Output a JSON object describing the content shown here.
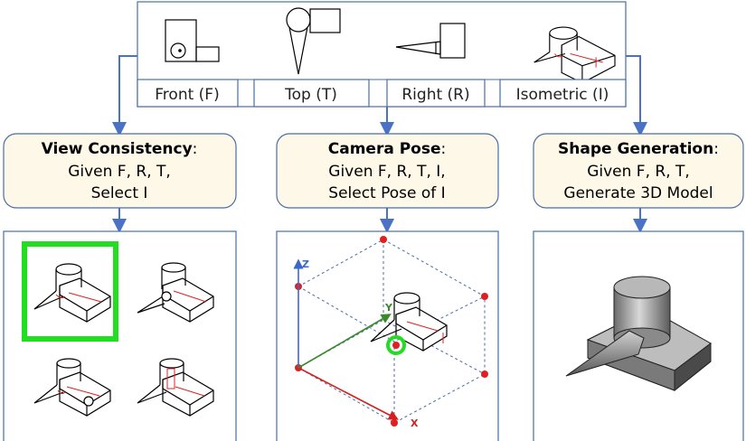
{
  "views": [
    {
      "label": "Front (F)"
    },
    {
      "label": "Top (T)"
    },
    {
      "label": "Right (R)"
    },
    {
      "label": "Isometric (I)"
    }
  ],
  "tasks": [
    {
      "title": "View Consistency",
      "suffix": ":",
      "lines": [
        "Given F, R, T,",
        "Select I"
      ]
    },
    {
      "title": "Camera Pose",
      "suffix": ":",
      "lines": [
        "Given F, R, T, I,",
        "Select Pose of I"
      ]
    },
    {
      "title": "Shape Generation",
      "suffix": ":",
      "lines": [
        "Given F, R, T,",
        "Generate 3D Model"
      ]
    }
  ],
  "axes": {
    "x": "X",
    "y": "Y",
    "z": "Z"
  },
  "colors": {
    "frame_border": "#4a6da7",
    "arrow": "#4a72c4",
    "task_fill": "#fdf8e8",
    "selected_highlight": "#22dd22",
    "hidden_line": "#e02020",
    "axis_x": "#d42020",
    "axis_y": "#3a8a2a",
    "axis_z": "#3a6ac8",
    "cube_edge": "#4a6da7"
  }
}
